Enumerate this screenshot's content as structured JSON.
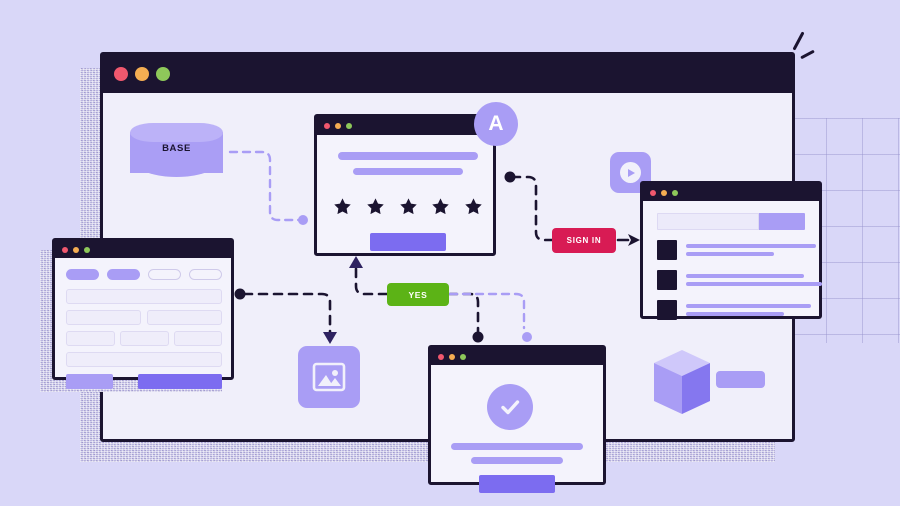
{
  "illustration": {
    "title": "Workflow automation UI illustration",
    "background_color": "#d9d7f8",
    "accent_purple": "#7c6cf0",
    "light_purple": "#a99df5",
    "dark_ink": "#1b1430"
  },
  "main_window": {
    "name": "main-browser-window",
    "traffic_lights": [
      "red",
      "amber",
      "green"
    ],
    "traffic_light_colors": [
      "#f0586e",
      "#f4ad52",
      "#8ec85a"
    ]
  },
  "database": {
    "label": "BASE",
    "color": "#aa9ef5"
  },
  "star_window": {
    "name": "rating-window",
    "heading_bars": 2,
    "star_count": 5,
    "star_color": "#1b1430",
    "cta_label": "",
    "cta_color": "#7c6cf0"
  },
  "avatar": {
    "initial": "A",
    "color": "#a99df5"
  },
  "play_tile": {
    "icon": "play-icon",
    "color": "#a99df5"
  },
  "signin_button": {
    "label": "SIGN IN",
    "color": "#d81b54"
  },
  "yes_badge": {
    "label": "YES",
    "color": "#5cb316"
  },
  "list_window": {
    "name": "search-results-window",
    "search_button_color": "#a99df5",
    "rows": [
      {
        "bars": [
          130,
          88
        ]
      },
      {
        "bars": [
          118,
          136
        ]
      },
      {
        "bars": [
          125,
          98
        ]
      }
    ]
  },
  "form_window": {
    "name": "form-window",
    "pills": [
      {
        "style": "filled",
        "width": 33
      },
      {
        "style": "filled",
        "width": 33
      },
      {
        "style": "outline",
        "width": 33
      },
      {
        "style": "outline",
        "width": 33
      }
    ],
    "primary_button_color": "#7c6cf0",
    "secondary_button_color": "#a99df5"
  },
  "image_tile": {
    "icon": "image-placeholder-icon",
    "color": "#a99df5"
  },
  "success_window": {
    "name": "success-confirmation-window",
    "icon": "check-icon",
    "icon_color": "#a99df5",
    "text_bars": 2,
    "cta_color": "#7c6cf0"
  },
  "cube": {
    "name": "3d-cube",
    "top_color": "#cfc8fa",
    "left_color": "#a99df5",
    "right_color": "#8577ef"
  },
  "connectors": {
    "dark_color": "#1b1430",
    "light_color": "#a99df5",
    "style": "dashed"
  },
  "sparkles": {
    "count": 2,
    "color": "#1b1430"
  }
}
